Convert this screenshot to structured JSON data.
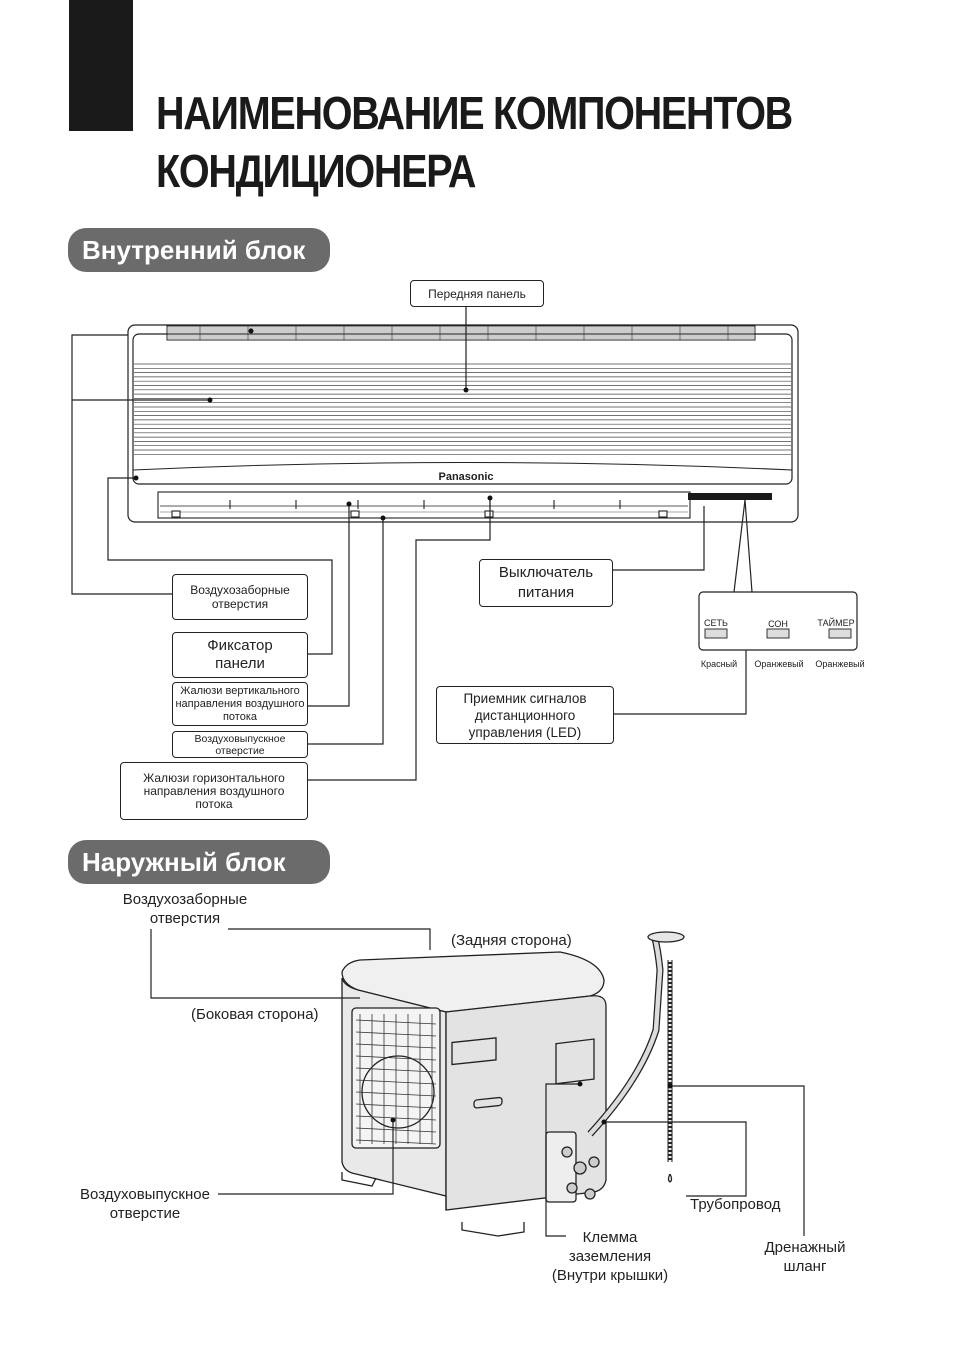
{
  "title_line1": "НАИМЕНОВАНИЕ КОМПОНЕНТОВ",
  "title_line2": "КОНДИЦИОНЕРА",
  "indoor": {
    "heading": "Внутренний блок",
    "brand": "Panasonic",
    "front_panel": "Передняя панель",
    "air_intake": "Воздухозаборные отверстия",
    "panel_lock": "Фиксатор панели",
    "vertical_louvers": "Жалюзи вертикального направления воздушного потока",
    "air_outlet": "Воздуховыпускное отверстие",
    "horizontal_louvers": "Жалюзи горизонтального направления воздушного потока",
    "power_switch": "Выключатель питания",
    "remote_receiver": "Приемник сигналов дистанционного управления (LED)",
    "indicators": [
      {
        "name": "СЕТЬ",
        "color_name": "Красный"
      },
      {
        "name": "СОН",
        "color_name": "Оранжевый"
      },
      {
        "name": "ТАЙМЕР",
        "color_name": "Оранжевый"
      }
    ]
  },
  "outdoor": {
    "heading": "Наружный блок",
    "air_intake": "Воздухозаборные\nотверстия",
    "back_side": "(Задняя сторона)",
    "side_side": "(Боковая сторона)",
    "air_outlet": "Воздуховыпускное\nотверстие",
    "piping": "Трубопровод",
    "ground_terminal": "Клемма\nзаземления\n(Внутри крышки)",
    "drain_hose": "Дренажный\nшланг"
  },
  "colors": {
    "marker": "#1a1a1a",
    "pill": "#6b6b6b",
    "line": "#222222"
  }
}
